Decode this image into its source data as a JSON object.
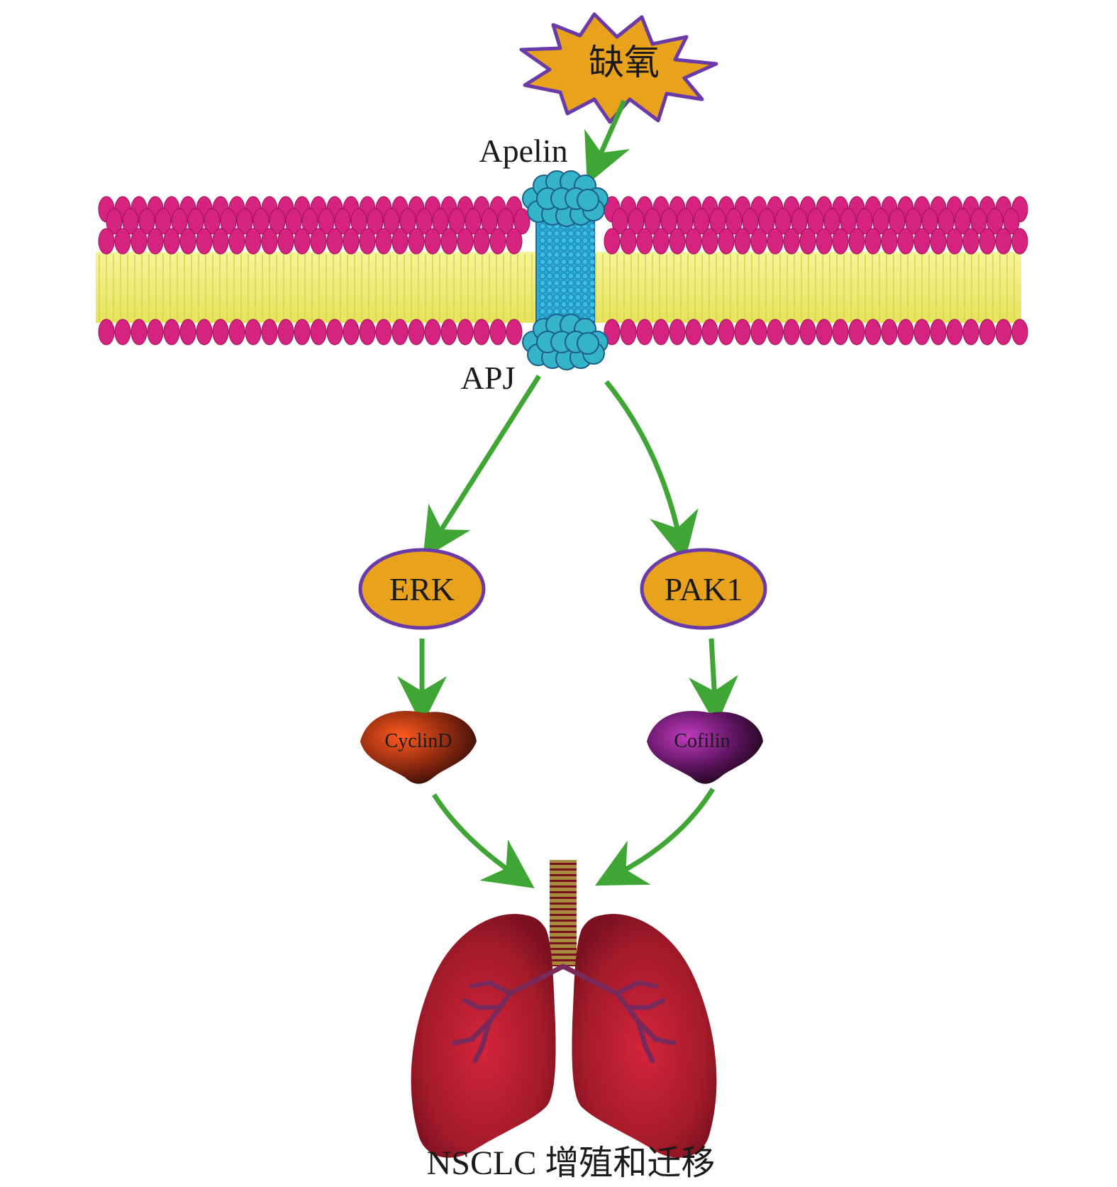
{
  "nodes": {
    "hypoxia": {
      "label": "缺氧"
    },
    "apelin": {
      "label": "Apelin"
    },
    "apj": {
      "label": "APJ"
    },
    "erk": {
      "label": "ERK"
    },
    "pak1": {
      "label": "PAK1"
    },
    "cyclind": {
      "label": "CyclinD"
    },
    "cofilin": {
      "label": "Cofilin"
    },
    "outcome": {
      "label": "NSCLC 增殖和迁移"
    }
  },
  "colors": {
    "arrow": "#3fa535",
    "star_fill": "#e8a21c",
    "star_stroke": "#6a3aa8",
    "node_fill": "#e8a21c",
    "node_stroke": "#6a3aa8",
    "lipid_head": "#d6237f",
    "lipid_tail": "#f1f07a",
    "receptor": "#2aa7d6",
    "cyclind": "#c5401a",
    "cofilin": "#8a1f8a",
    "lung": "#a31b2a"
  },
  "edges": [
    {
      "from": "hypoxia",
      "to": "apelin"
    },
    {
      "from": "apj",
      "to": "erk"
    },
    {
      "from": "apj",
      "to": "pak1"
    },
    {
      "from": "erk",
      "to": "cyclind"
    },
    {
      "from": "pak1",
      "to": "cofilin"
    },
    {
      "from": "cyclind",
      "to": "outcome"
    },
    {
      "from": "cofilin",
      "to": "outcome"
    }
  ]
}
